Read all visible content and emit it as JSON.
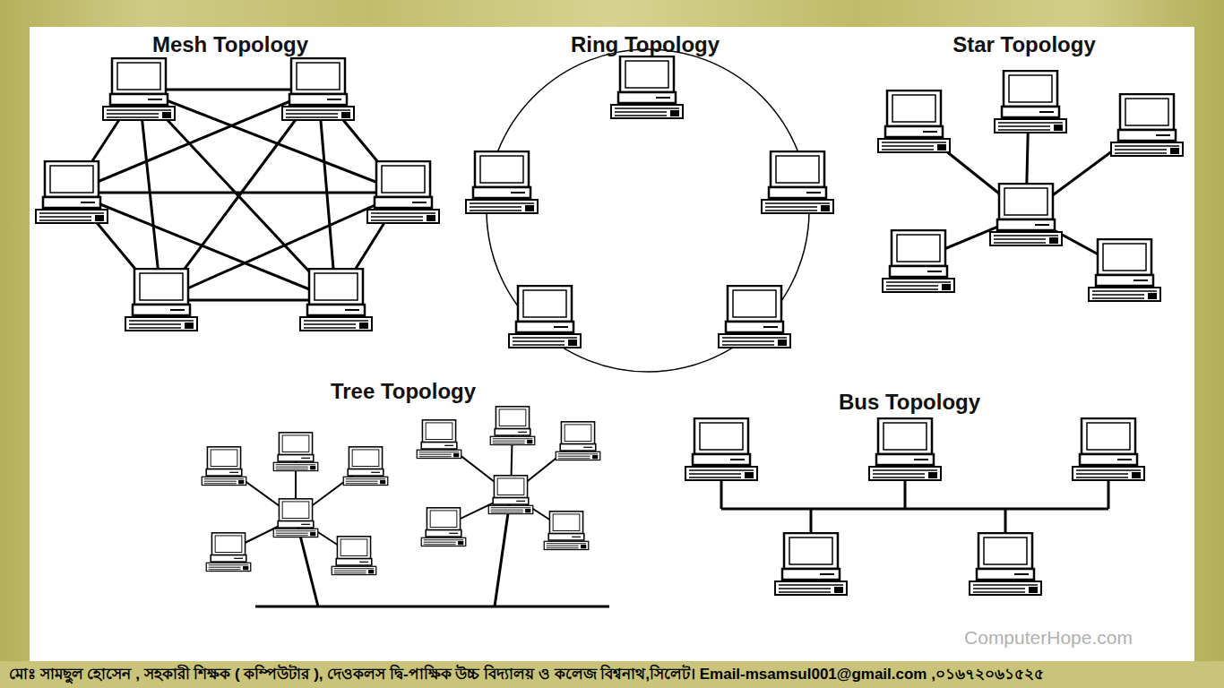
{
  "diagram": {
    "labels": [
      "Mesh Topology",
      "Ring Topology",
      "Star Topology",
      "Tree Topology",
      "Bus Topology",
      "ComputerHope.com",
      "মোঃ সামছুল হোসেন , সহকারী শিক্ষক ( কম্পিউটার ), দেওকলস দ্বি-পাক্ষিক উচ্চ বিদ্যালয় ও কলেজ বিশ্বনাথ,সিলেট। Email-msamsul001@gmail.com ,০১৬৭২০৬১৫২৫"
    ]
  }
}
